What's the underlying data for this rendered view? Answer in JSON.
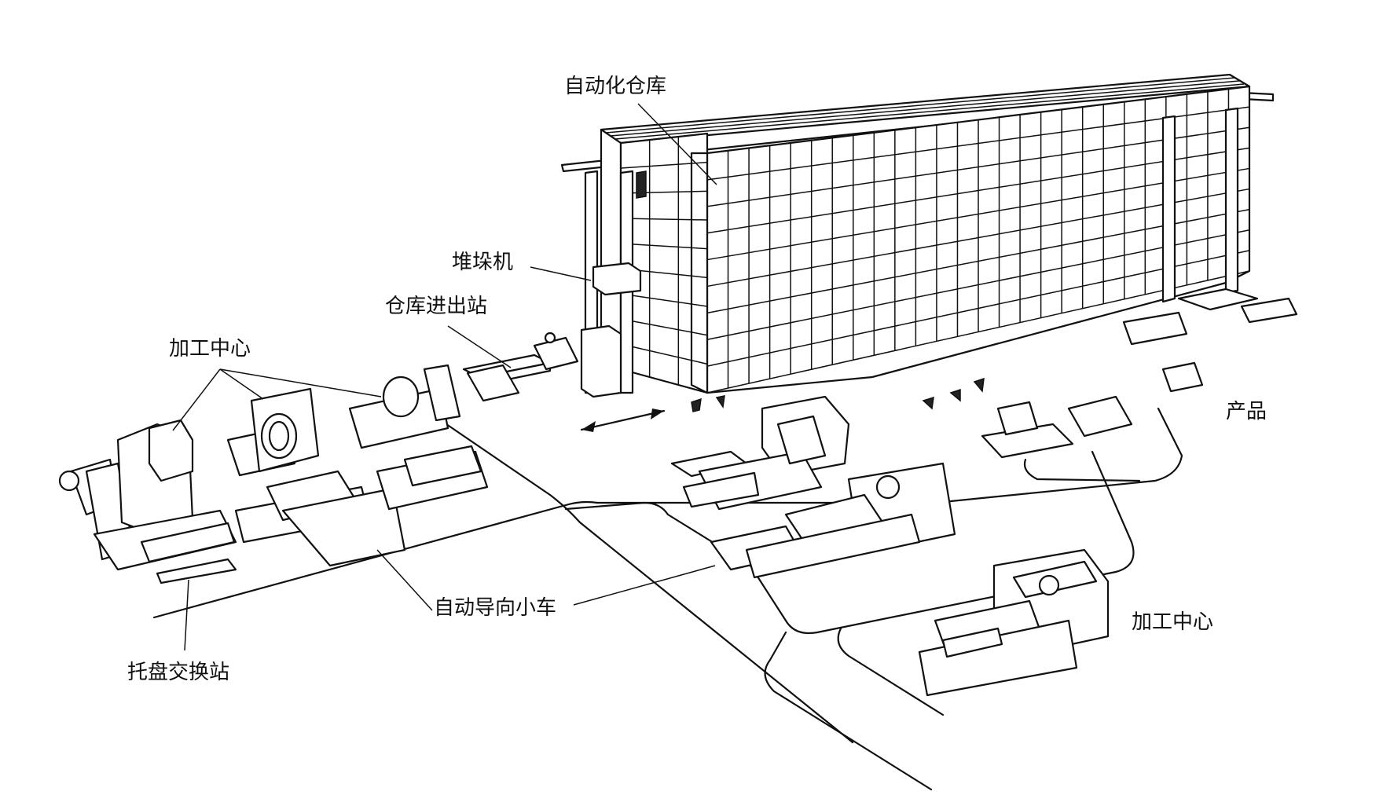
{
  "labels": {
    "warehouse": "自动化仓库",
    "stacker": "堆垛机",
    "station": "仓库进出站",
    "machining_center_left": "加工中心",
    "agv": "自动导向小车",
    "pallet_station": "托盘交换站",
    "product": "产品",
    "machining_center_right": "加工中心"
  },
  "colors": {
    "ink": "#111111",
    "background": "#ffffff"
  }
}
